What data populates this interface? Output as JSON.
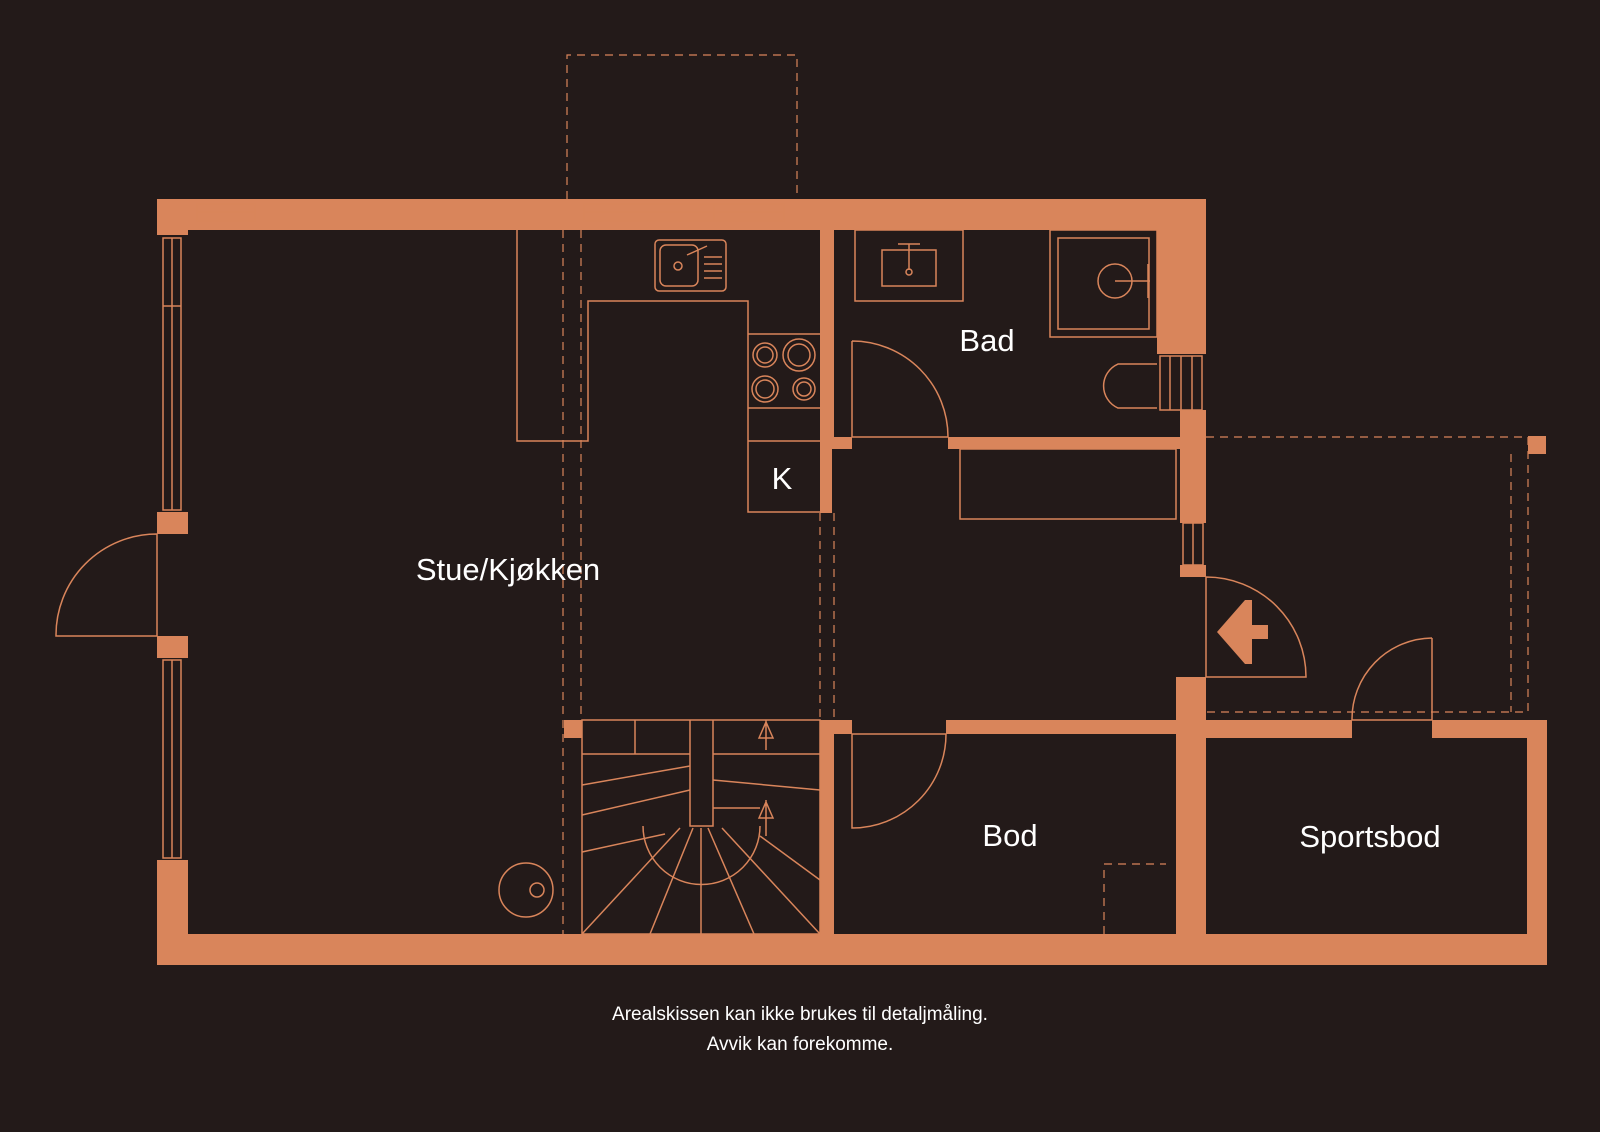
{
  "rooms": {
    "living": "Stue/Kjøkken",
    "kitchen_mark": "K",
    "bath": "Bad",
    "storage": "Bod",
    "sports_storage": "Sportsbod"
  },
  "note": {
    "line1": "Arealskissen kan ikke brukes til detaljmåling.",
    "line2": "Avvik kan forekomme."
  },
  "colors": {
    "background": "#231a19",
    "walls": "#d9855b",
    "text": "#ffffff"
  }
}
